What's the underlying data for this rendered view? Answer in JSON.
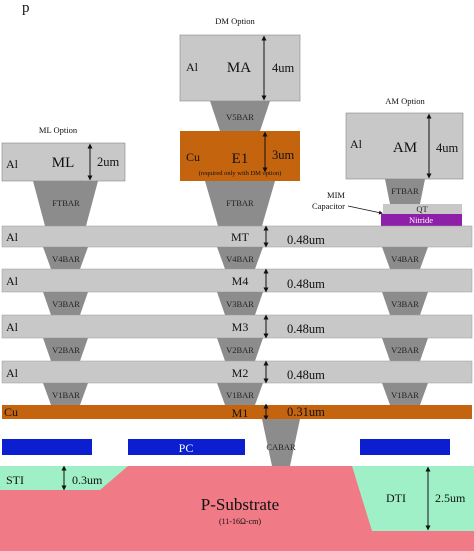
{
  "top_left_fragment": "p",
  "options": {
    "dm": "DM Option",
    "ml": "ML Option",
    "am": "AM Option"
  },
  "top_metals": {
    "ma": {
      "material": "Al",
      "name": "MA",
      "thickness": "4um"
    },
    "ml": {
      "material": "Al",
      "name": "ML",
      "thickness": "2um"
    },
    "am": {
      "material": "Al",
      "name": "AM",
      "thickness": "4um"
    },
    "e1": {
      "material": "Cu",
      "name": "E1",
      "thickness": "3um",
      "note": "(required only with DM option)"
    }
  },
  "vias": {
    "v5bar": "V5BAR",
    "ftbar": "FTBAR",
    "v4bar": "V4BAR",
    "v3bar": "V3BAR",
    "v2bar": "V2BAR",
    "v1bar": "V1BAR",
    "cabar": "CABAR"
  },
  "mim": {
    "label_line1": "MIM",
    "label_line2": "Capacitor",
    "qt": "QT",
    "nitride": "Nitride"
  },
  "metal_levels": {
    "mt": {
      "material": "Al",
      "name": "MT",
      "thickness": "0.48um"
    },
    "m4": {
      "material": "Al",
      "name": "M4",
      "thickness": "0.48um"
    },
    "m3": {
      "material": "Al",
      "name": "M3",
      "thickness": "0.48um"
    },
    "m2": {
      "material": "Al",
      "name": "M2",
      "thickness": "0.48um"
    },
    "m1": {
      "material": "Cu",
      "name": "M1",
      "thickness": "0.31um"
    }
  },
  "pc": "PC",
  "substrate": {
    "name": "P-Substrate",
    "note": "(11-16Ω-cm)"
  },
  "sti": {
    "name": "STI",
    "thickness": "0.3um"
  },
  "dti": {
    "name": "DTI",
    "thickness": "2.5um"
  },
  "colors": {
    "metal_gray": "#c8c8c8",
    "via_gray": "#8c8c8c",
    "copper": "#c5640f",
    "nitride": "#8e1fa8",
    "pc_blue": "#0c1fd0",
    "substrate": "#f07a86",
    "isolation": "#9ff0c6"
  }
}
